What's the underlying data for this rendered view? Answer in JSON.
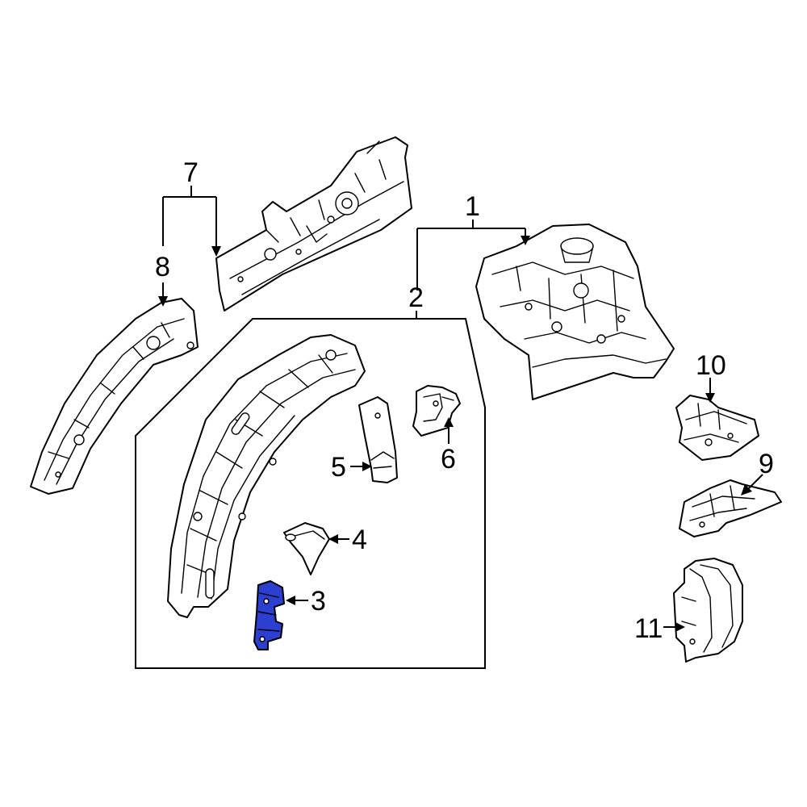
{
  "callouts": {
    "c1": "1",
    "c2": "2",
    "c3": "3",
    "c4": "4",
    "c5": "5",
    "c6": "6",
    "c7": "7",
    "c8": "8",
    "c9": "9",
    "c10": "10",
    "c11": "11"
  },
  "colors": {
    "highlight": "#2b3fd1",
    "line": "#000000",
    "background": "#ffffff"
  }
}
